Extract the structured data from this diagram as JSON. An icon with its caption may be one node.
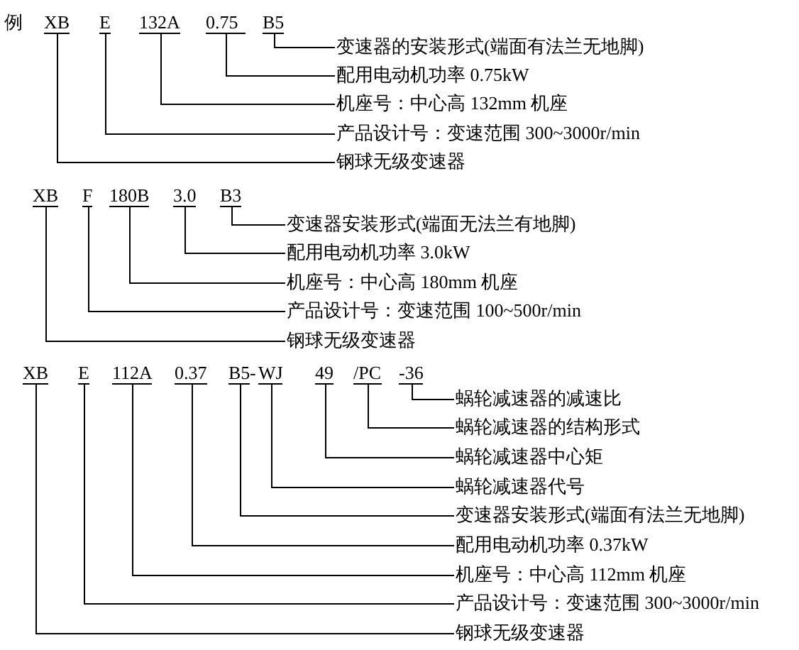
{
  "diagram": {
    "nodes": [
      {
        "text": [
          "XB"
        ]
      },
      {
        "text": [
          "E"
        ]
      },
      {
        "text": [
          "132A"
        ]
      },
      {
        "text": [
          "0.75"
        ]
      },
      {
        "text": [
          "B5"
        ]
      },
      {
        "text": [
          "变速器的安装形式(端面有法兰无地脚)"
        ]
      },
      {
        "text": [
          "配用电动机功率 0.75kW"
        ]
      },
      {
        "text": [
          "机座号：中心高 132mm 机座"
        ]
      },
      {
        "text": [
          "产品设计号：变速范围 300~3000r/min"
        ]
      },
      {
        "text": [
          "钢球无级变速器"
        ]
      },
      {
        "text": [
          "XB"
        ]
      },
      {
        "text": [
          "F"
        ]
      },
      {
        "text": [
          "180B"
        ]
      },
      {
        "text": [
          "3.0"
        ]
      },
      {
        "text": [
          "B3"
        ]
      },
      {
        "text": [
          "变速器安装形式(端面无法兰有地脚)"
        ]
      },
      {
        "text": [
          "配用电动机功率 3.0kW"
        ]
      },
      {
        "text": [
          "机座号：中心高 180mm 机座"
        ]
      },
      {
        "text": [
          "产品设计号：变速范围 100~500r/min"
        ]
      },
      {
        "text": [
          "钢球无级变速器"
        ]
      },
      {
        "text": [
          "XB"
        ]
      },
      {
        "text": [
          "E"
        ]
      },
      {
        "text": [
          "112A"
        ]
      },
      {
        "text": [
          "0.37"
        ]
      },
      {
        "text": [
          "B5"
        ]
      },
      {
        "text": [
          "WJ"
        ]
      },
      {
        "text": [
          "49"
        ]
      },
      {
        "text": [
          "/PC"
        ]
      },
      {
        "text": [
          "-36"
        ]
      },
      {
        "text": [
          "蜗轮减速器的减速比"
        ]
      },
      {
        "text": [
          "蜗轮减速器的结构形式"
        ]
      },
      {
        "text": [
          "蜗轮减速器中心矩"
        ]
      },
      {
        "text": [
          "蜗轮减速器代号"
        ]
      },
      {
        "text": [
          "变速器安装形式(端面有法兰无地脚)"
        ]
      },
      {
        "text": [
          "配用电动机功率 0.37kW"
        ]
      },
      {
        "text": [
          "机座号：中心高 112mm 机座"
        ]
      },
      {
        "text": [
          "产品设计号：变速范围 300~3000r/min"
        ]
      },
      {
        "text": [
          "钢球无级变速器"
        ]
      }
    ],
    "edges": [
      {
        "from": 5,
        "to": 4,
        "arrow": "none"
      },
      {
        "from": 6,
        "to": 3,
        "arrow": "none"
      },
      {
        "from": 7,
        "to": 2,
        "arrow": "none"
      },
      {
        "from": 8,
        "to": 1,
        "arrow": "none"
      },
      {
        "from": 9,
        "to": 0,
        "arrow": "none"
      },
      {
        "from": 15,
        "to": 14,
        "arrow": "none"
      },
      {
        "from": 16,
        "to": 13,
        "arrow": "none"
      },
      {
        "from": 17,
        "to": 12,
        "arrow": "none"
      },
      {
        "from": 18,
        "to": 11,
        "arrow": "none"
      },
      {
        "from": 19,
        "to": 10,
        "arrow": "none"
      },
      {
        "from": 29,
        "to": 28,
        "arrow": "none"
      },
      {
        "from": 30,
        "to": 27,
        "arrow": "none"
      },
      {
        "from": 31,
        "to": 26,
        "arrow": "none"
      },
      {
        "from": 32,
        "to": 25,
        "arrow": "none"
      },
      {
        "from": 33,
        "to": 24,
        "arrow": "none"
      },
      {
        "from": 34,
        "to": 23,
        "arrow": "none"
      },
      {
        "from": 35,
        "to": 22,
        "arrow": "none"
      },
      {
        "from": 36,
        "to": 21,
        "arrow": "none"
      },
      {
        "from": 37,
        "to": 20,
        "arrow": "none"
      }
    ],
    "labels": [
      "例",
      "-"
    ]
  }
}
